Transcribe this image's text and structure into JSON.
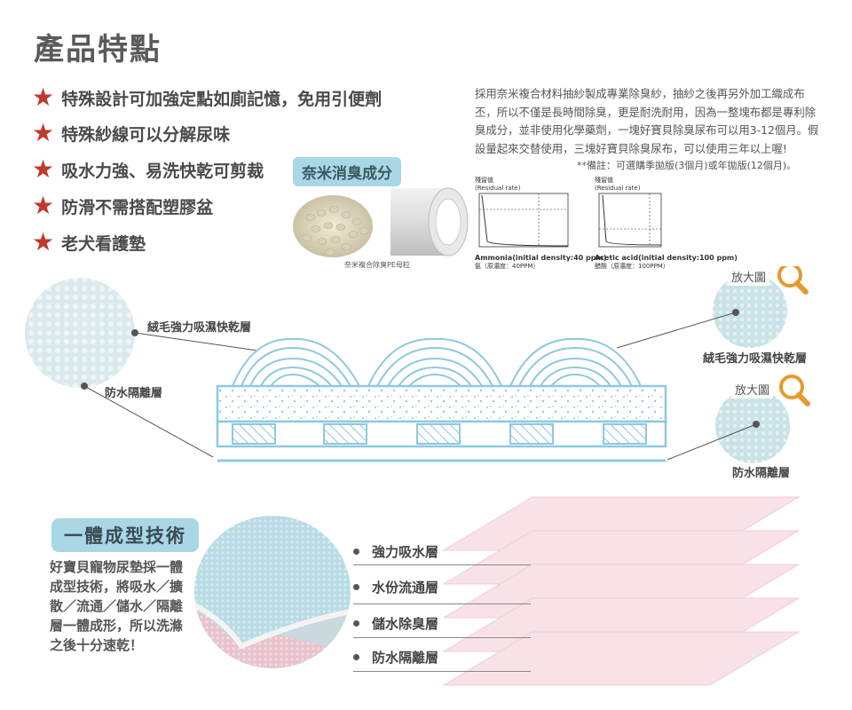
{
  "title": "產品特點",
  "features": [
    "特殊設計可加強定點如廁記憶，免用引便劑",
    "特殊紗線可以分解尿味",
    "吸水力強、易洗快乾可剪裁",
    "防滑不需搭配塑膠盆",
    "老犬看護墊"
  ],
  "description": "採用奈米複合材料抽紗製成專業除臭紗，抽紗之後再另外加工織成布丕，所以不僅是長時間除臭，更是耐洗耐用，因為一整塊布都是專利除臭成分，並非使用化學藥劑，一塊好寶貝除臭尿布可以用3-12個月。假設量起來交替使用，三塊好寶貝除臭尿布，可以使用三年以上喔!",
  "note": "**備註：可選購季拋版(3個月)或年拋版(12個月)。",
  "nano": {
    "tag": "奈米消臭成分",
    "caption": "奈米複合除臭PE母粒"
  },
  "charts": [
    {
      "label_top": "殘留值",
      "label_rate": "(Residual rate)",
      "caption": "Ammonia(initial density:40 ppm)",
      "sub": "氨（原濃度：40PPM）"
    },
    {
      "label_top": "殘留值",
      "label_rate": "(Residual rate)",
      "caption": "Acetic acid(initial density:100 ppm)",
      "sub": "醋酸（原濃度：100PPM）"
    }
  ],
  "layers": {
    "left_top": "絨毛強力吸濕快乾層",
    "left_bottom": "防水隔離層",
    "right_top": "絨毛強力吸濕快乾層",
    "right_bottom": "防水隔離層",
    "zoom": "放大圖"
  },
  "tech": {
    "tag": "一體成型技術",
    "desc": "好寶貝寵物尿墊採一體成型技術，將吸水／擴散／流通／儲水／隔離層一體成形，所以洗滌之後十分速乾！",
    "bullets": [
      "強力吸水層",
      "水份流通層",
      "儲水除臭層",
      "防水隔離層"
    ]
  },
  "colors": {
    "star": "#c0392b",
    "accent_blue": "#a9d7e6",
    "pad_blue": "#8ec9e0",
    "pink": "#f5d4dc"
  }
}
